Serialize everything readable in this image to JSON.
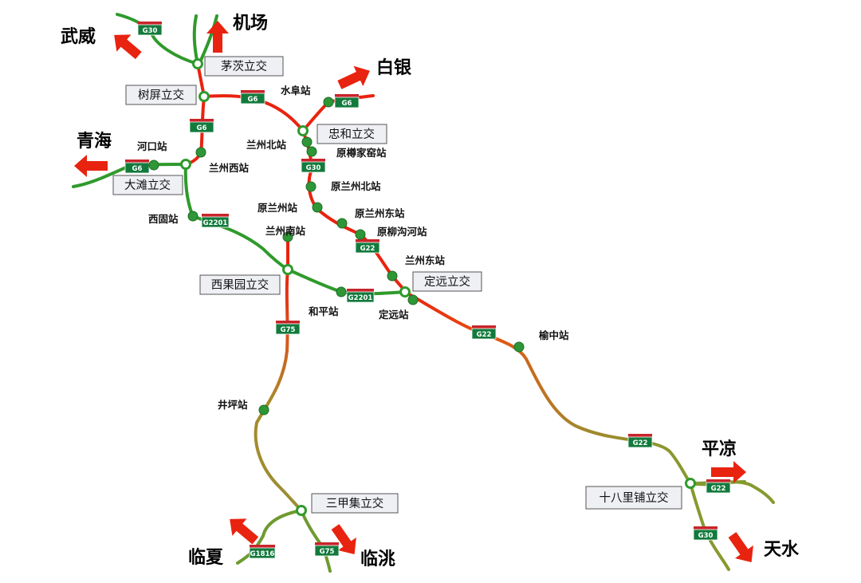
{
  "colors": {
    "road_red": "#e8230f",
    "road_green": "#2f9a2c",
    "road_olive": "#9a8d32",
    "station_green": "#2e9636",
    "arrow_red": "#e8230f",
    "shield_green": "#127a3c",
    "shield_top": "#c8242a",
    "box_fill": "#eef0f4"
  },
  "cities": {
    "wuwei": "武威",
    "airport": "机场",
    "baiyin": "白银",
    "qinghai": "青海",
    "pingliang": "平凉",
    "tianshui": "天水",
    "linxia": "临夏",
    "lintao": "临洮"
  },
  "interchanges": {
    "maoci": "茅茨立交",
    "shuping": "树屏立交",
    "zhonghe": "忠和立交",
    "dachuan": "大滩立交",
    "xiguoyuan": "西果园立交",
    "dingyuan": "定远立交",
    "sanjiaji": "三甲集立交",
    "shibalipu": "十八里铺立交"
  },
  "stations": {
    "shuifu": "水阜站",
    "lanzhou_north": "兰州北站",
    "yuan_bojiayao": "原樽家窑站",
    "hekou": "河口站",
    "lanzhou_west": "兰州西站",
    "yuan_lanzhou_north": "原兰州北站",
    "yuan_lanzhou": "原兰州站",
    "yuan_lanzhou_east": "原兰州东站",
    "yuan_liugouhe": "原柳沟河站",
    "xigu": "西固站",
    "lanzhou_south": "兰州南站",
    "lanzhou_east": "兰州东站",
    "heping": "和平站",
    "dingyuan": "定远站",
    "yuzhong": "榆中站",
    "jingping": "井坪站"
  },
  "routes": {
    "g30": "G30",
    "g6": "G6",
    "g22": "G22",
    "g2201": "G2201",
    "g75": "G75",
    "g1816": "G1816"
  }
}
